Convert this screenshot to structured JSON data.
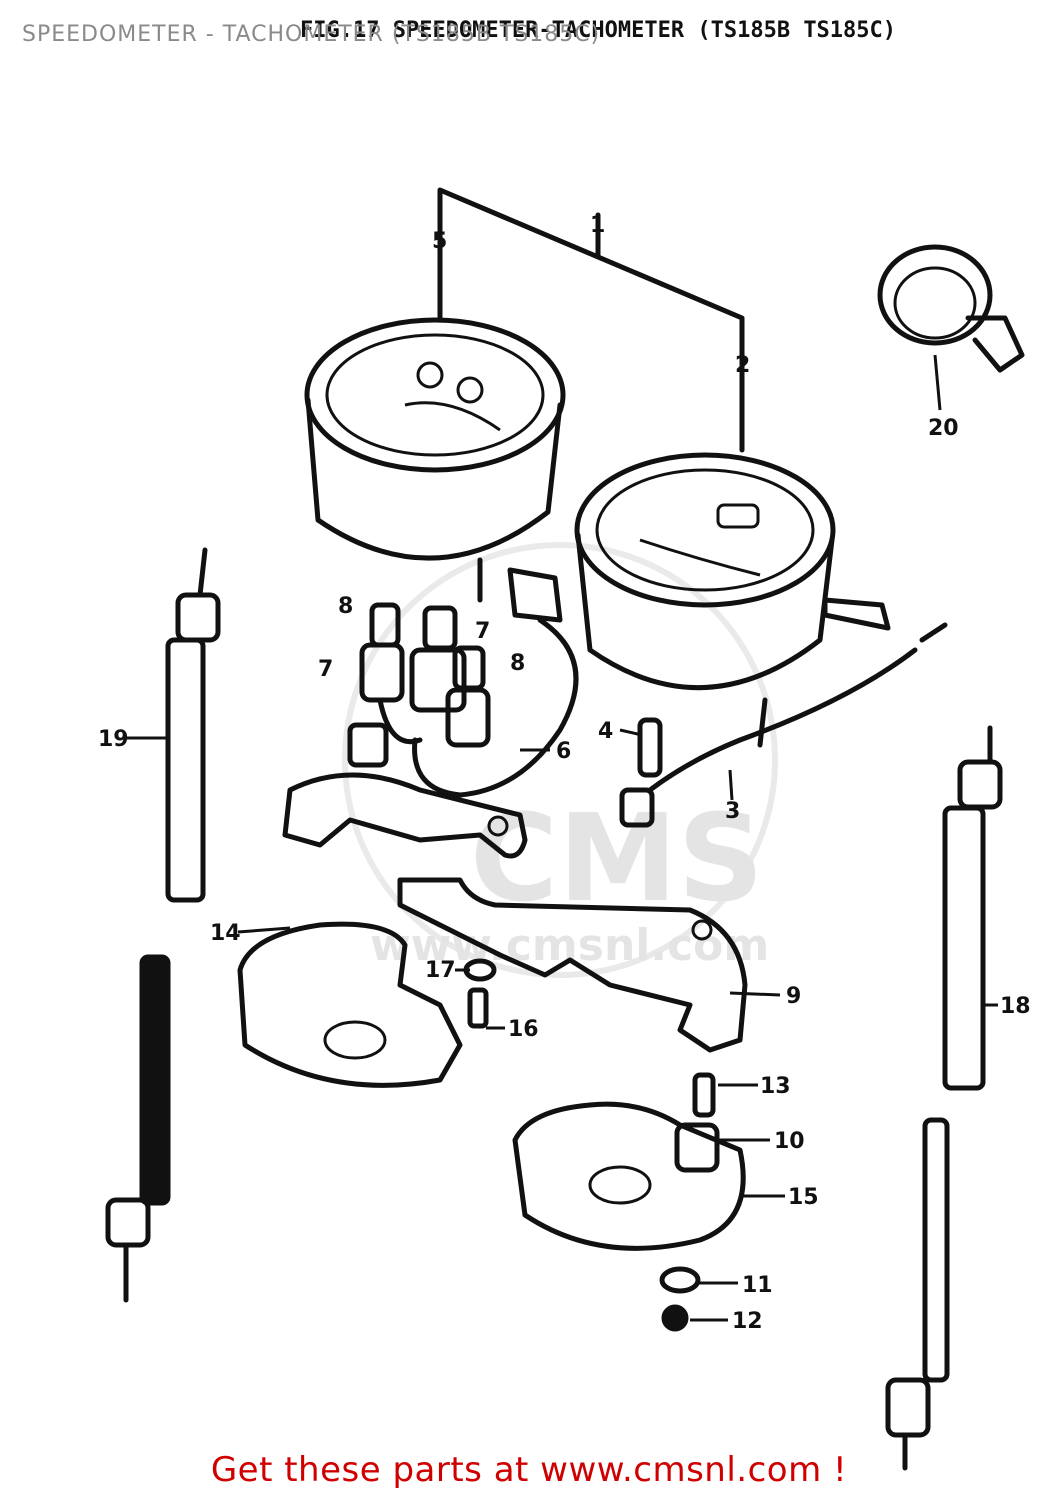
{
  "header": {
    "sheet_title": "SPEEDOMETER - TACHOMETER (TS185B TS185C)",
    "scan_title": "FIG.17 SPEEDOMETER-TACHOMETER (TS185B TS185C)"
  },
  "watermark": {
    "brand": "CMS",
    "site": "www.cmsnl.com"
  },
  "callouts": {
    "c1": "1",
    "c2": "2",
    "c3": "3",
    "c4": "4",
    "c5": "5",
    "c6": "6",
    "c7a": "7",
    "c7b": "7",
    "c8a": "8",
    "c8b": "8",
    "c9": "9",
    "c10": "10",
    "c11": "11",
    "c12": "12",
    "c13": "13",
    "c14": "14",
    "c15": "15",
    "c16": "16",
    "c17": "17",
    "c18": "18",
    "c19": "19",
    "c20": "20"
  },
  "footer": {
    "cta": "Get these parts at www.cmsnl.com !"
  }
}
